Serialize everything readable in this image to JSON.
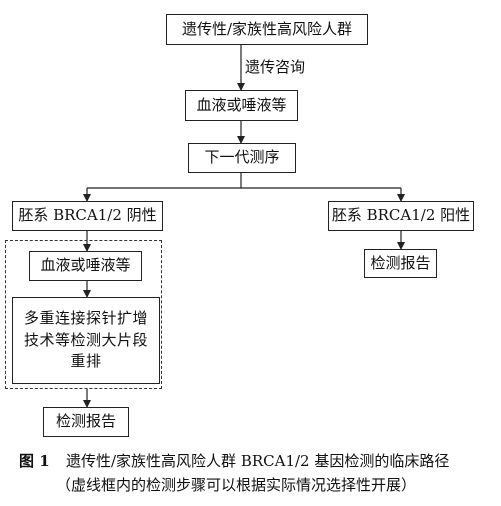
{
  "nodes": {
    "top": "遗传性/家族性高风险人群",
    "counsel": "遗传咨询",
    "sample1": "血液或唾液等",
    "ngs": "下一代测序",
    "negative": "胚系 BRCA1/2 阴性",
    "positive": "胚系 BRCA1/2 阳性",
    "sample2": "血液或唾液等",
    "mlpa": "多重连接探针扩增技术等检测大片段重排",
    "report_left": "检测报告",
    "report_right": "检测报告"
  },
  "caption": {
    "figure_number": "图 1",
    "line1": "遗传性/家族性高风险人群 BRCA1/2 基因检测的临床路径",
    "line2": "（虚线框内的检测步骤可以根据实际情况选择性开展）"
  }
}
